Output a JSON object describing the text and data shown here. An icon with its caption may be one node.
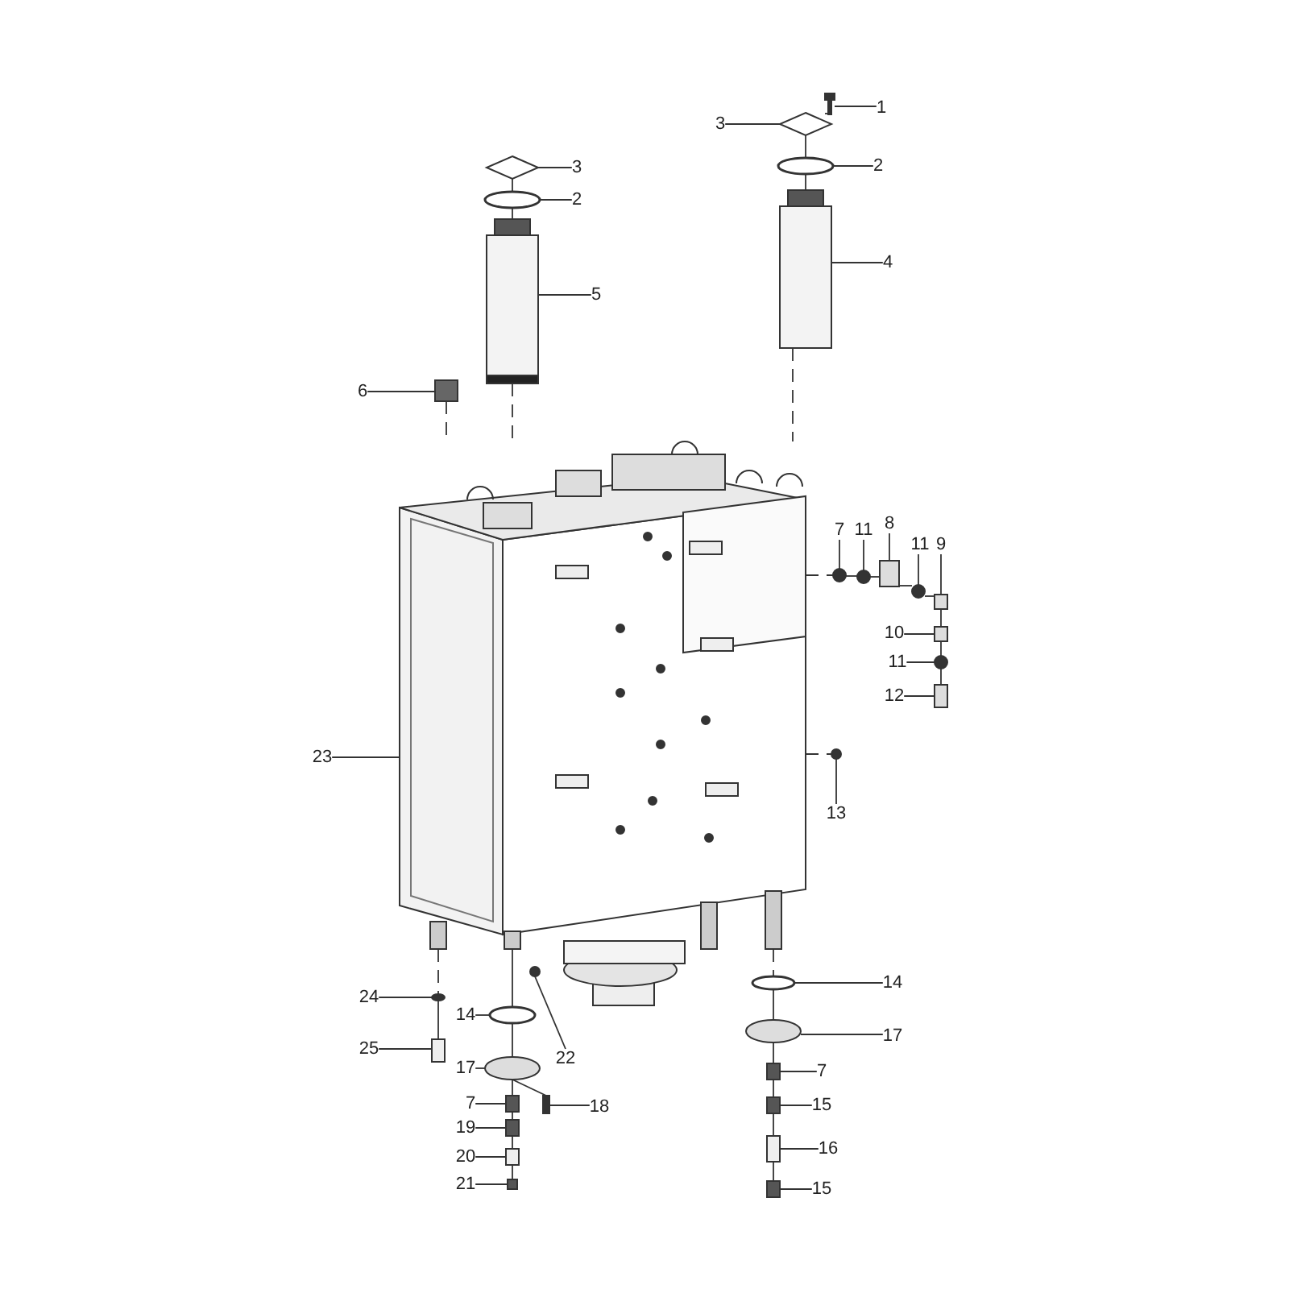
{
  "diagram": {
    "nodes": [
      {
        "text": [
          "1"
        ]
      },
      {
        "text": [
          "3"
        ]
      },
      {
        "text": [
          "3"
        ]
      },
      {
        "text": [
          "2"
        ]
      },
      {
        "text": [
          "2"
        ]
      },
      {
        "text": [
          "4"
        ]
      },
      {
        "text": [
          "5"
        ]
      },
      {
        "text": [
          "6"
        ]
      },
      {
        "text": [
          "8"
        ]
      },
      {
        "text": [
          "7"
        ]
      },
      {
        "text": [
          "11"
        ]
      },
      {
        "text": [
          "11"
        ]
      },
      {
        "text": [
          "9"
        ]
      },
      {
        "text": [
          "10"
        ]
      },
      {
        "text": [
          "11"
        ]
      },
      {
        "text": [
          "12"
        ]
      },
      {
        "text": [
          "23"
        ]
      },
      {
        "text": [
          "13"
        ]
      },
      {
        "text": [
          "14"
        ]
      },
      {
        "text": [
          "24"
        ]
      },
      {
        "text": [
          "14"
        ]
      },
      {
        "text": [
          "17"
        ]
      },
      {
        "text": [
          "25"
        ]
      },
      {
        "text": [
          "22"
        ]
      },
      {
        "text": [
          "17"
        ]
      },
      {
        "text": [
          "7"
        ]
      },
      {
        "text": [
          "7"
        ]
      },
      {
        "text": [
          "18"
        ]
      },
      {
        "text": [
          "15"
        ]
      },
      {
        "text": [
          "19"
        ]
      },
      {
        "text": [
          "16"
        ]
      },
      {
        "text": [
          "20"
        ]
      },
      {
        "text": [
          "21"
        ]
      },
      {
        "text": [
          "15"
        ]
      },
      {
        "text": [],
        "shape": "picture"
      },
      {
        "text": [],
        "shape": "diamond"
      },
      {
        "text": [],
        "shape": "diamond"
      },
      {
        "text": [],
        "shape": "circle"
      },
      {
        "text": [],
        "shape": "circle"
      },
      {
        "text": [],
        "shape": "picture"
      },
      {
        "text": [],
        "shape": "picture"
      },
      {
        "text": [],
        "shape": "box"
      },
      {
        "text": [],
        "shape": "box"
      },
      {
        "text": [],
        "shape": "circle"
      },
      {
        "text": [],
        "shape": "circle"
      },
      {
        "text": [],
        "shape": "circle"
      },
      {
        "text": [],
        "shape": "box"
      },
      {
        "text": [],
        "shape": "box"
      },
      {
        "text": [],
        "shape": "circle"
      },
      {
        "text": [],
        "shape": "box"
      },
      {
        "text": [],
        "shape": "picture"
      },
      {
        "text": [],
        "shape": "circle"
      },
      {
        "text": [],
        "shape": "circle"
      },
      {
        "text": [],
        "shape": "circle"
      },
      {
        "text": [],
        "shape": "circle"
      },
      {
        "text": [],
        "shape": "circle"
      },
      {
        "text": [],
        "shape": "box"
      },
      {
        "text": [],
        "shape": "circle"
      },
      {
        "text": [],
        "shape": "circle"
      },
      {
        "text": [],
        "shape": "box"
      },
      {
        "text": [],
        "shape": "box"
      },
      {
        "text": [],
        "shape": "box"
      },
      {
        "text": [],
        "shape": "box"
      },
      {
        "text": [],
        "shape": "box"
      },
      {
        "text": [],
        "shape": "box"
      },
      {
        "text": [],
        "shape": "box"
      },
      {
        "text": [],
        "shape": "box"
      },
      {
        "text": [],
        "shape": "box"
      }
    ],
    "edges": [
      {
        "from": 0,
        "to": 34,
        "arrow": "none"
      },
      {
        "from": 1,
        "to": 35,
        "arrow": "none"
      },
      {
        "from": 2,
        "to": 36,
        "arrow": "none"
      },
      {
        "from": 3,
        "to": 37,
        "arrow": "none"
      },
      {
        "from": 4,
        "to": 38,
        "arrow": "none"
      },
      {
        "from": 5,
        "to": 39,
        "arrow": "none"
      },
      {
        "from": 6,
        "to": 40,
        "arrow": "none"
      },
      {
        "from": 7,
        "to": 41,
        "arrow": "none"
      },
      {
        "from": 8,
        "to": 42,
        "arrow": "none"
      },
      {
        "from": 9,
        "to": 43,
        "arrow": "none"
      },
      {
        "from": 10,
        "to": 44,
        "arrow": "none"
      },
      {
        "from": 11,
        "to": 45,
        "arrow": "none"
      },
      {
        "from": 12,
        "to": 46,
        "arrow": "none"
      },
      {
        "from": 13,
        "to": 47,
        "arrow": "none"
      },
      {
        "from": 14,
        "to": 48,
        "arrow": "none"
      },
      {
        "from": 15,
        "to": 49,
        "arrow": "none"
      },
      {
        "from": 16,
        "to": 50,
        "arrow": "none"
      },
      {
        "from": 17,
        "to": 51,
        "arrow": "none"
      },
      {
        "from": 18,
        "to": 52,
        "arrow": "none"
      },
      {
        "from": 19,
        "to": 53,
        "arrow": "none"
      },
      {
        "from": 20,
        "to": 54,
        "arrow": "none"
      },
      {
        "from": 21,
        "to": 55,
        "arrow": "none"
      },
      {
        "from": 22,
        "to": 56,
        "arrow": "none"
      },
      {
        "from": 23,
        "to": 57,
        "arrow": "none"
      },
      {
        "from": 24,
        "to": 58,
        "arrow": "none"
      },
      {
        "from": 25,
        "to": 59,
        "arrow": "none"
      },
      {
        "from": 26,
        "to": 60,
        "arrow": "none"
      },
      {
        "from": 27,
        "to": 61,
        "arrow": "none"
      },
      {
        "from": 28,
        "to": 62,
        "arrow": "none"
      },
      {
        "from": 29,
        "to": 63,
        "arrow": "none"
      },
      {
        "from": 30,
        "to": 64,
        "arrow": "none"
      },
      {
        "from": 31,
        "to": 65,
        "arrow": "none"
      },
      {
        "from": 32,
        "to": 66,
        "arrow": "none"
      },
      {
        "from": 33,
        "to": 67,
        "arrow": "none"
      },
      {
        "from": 34,
        "to": 35,
        "arrow": "none"
      },
      {
        "from": 35,
        "to": 37,
        "arrow": "none"
      },
      {
        "from": 37,
        "to": 39,
        "arrow": "none"
      },
      {
        "from": 36,
        "to": 38,
        "arrow": "none"
      },
      {
        "from": 38,
        "to": 40,
        "arrow": "none"
      },
      {
        "from": 40,
        "to": 50,
        "arrow": "none",
        "style": "dashed"
      },
      {
        "from": 41,
        "to": 50,
        "arrow": "none",
        "style": "dashed"
      },
      {
        "from": 39,
        "to": 50,
        "arrow": "none",
        "style": "dashed"
      },
      {
        "from": 50,
        "to": 43,
        "arrow": "none",
        "style": "dashed"
      },
      {
        "from": 43,
        "to": 44,
        "arrow": "none"
      },
      {
        "from": 44,
        "to": 42,
        "arrow": "none"
      },
      {
        "from": 42,
        "to": 45,
        "arrow": "none"
      },
      {
        "from": 45,
        "to": 46,
        "arrow": "none"
      },
      {
        "from": 46,
        "to": 47,
        "arrow": "none"
      },
      {
        "from": 47,
        "to": 48,
        "arrow": "none"
      },
      {
        "from": 48,
        "to": 49,
        "arrow": "none"
      },
      {
        "from": 50,
        "to": 51,
        "arrow": "none",
        "style": "dashed"
      },
      {
        "from": 50,
        "to": 53,
        "arrow": "none",
        "style": "dashed"
      },
      {
        "from": 53,
        "to": 56,
        "arrow": "none"
      },
      {
        "from": 50,
        "to": 54,
        "arrow": "none"
      },
      {
        "from": 54,
        "to": 58,
        "arrow": "none"
      },
      {
        "from": 58,
        "to": 60,
        "arrow": "none"
      },
      {
        "from": 58,
        "to": 61,
        "arrow": "none"
      },
      {
        "from": 60,
        "to": 63,
        "arrow": "none"
      },
      {
        "from": 63,
        "to": 65,
        "arrow": "none"
      },
      {
        "from": 65,
        "to": 66,
        "arrow": "none"
      },
      {
        "from": 50,
        "to": 52,
        "arrow": "none",
        "style": "dashed"
      },
      {
        "from": 52,
        "to": 55,
        "arrow": "none"
      },
      {
        "from": 55,
        "to": 59,
        "arrow": "none"
      },
      {
        "from": 59,
        "to": 62,
        "arrow": "none"
      },
      {
        "from": 62,
        "to": 64,
        "arrow": "none"
      },
      {
        "from": 64,
        "to": 67,
        "arrow": "none"
      }
    ]
  }
}
